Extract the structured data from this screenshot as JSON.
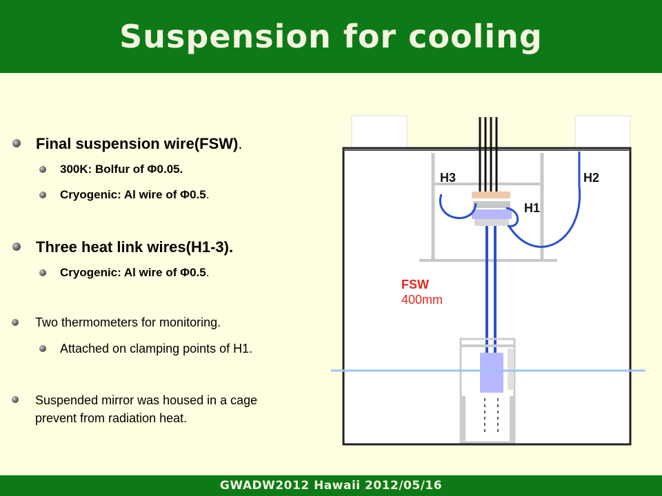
{
  "slide": {
    "title": "Suspension for cooling",
    "footer": "GWADW2012 Hawaii 2012/05/16"
  },
  "bullets": {
    "fsw": {
      "text": "Final suspension wire(FSW)",
      "suffix": ".",
      "items": [
        {
          "text": "300K: Bolfur of Φ0.05."
        },
        {
          "text": "Cryogenic: Al wire of Φ0.5",
          "suffix": "."
        }
      ]
    },
    "heat_link": {
      "text": "Three heat link wires(H1-3).",
      "items": [
        {
          "text": "Cryogenic: Al wire of Φ0.5",
          "suffix": "."
        }
      ]
    },
    "thermometers": {
      "text": "Two thermometers for monitoring.",
      "items": [
        {
          "text": "Attached on clamping points of H1."
        }
      ]
    },
    "cage": {
      "line1": "Suspended mirror was housed in a cage",
      "line2": "prevent from radiation heat."
    }
  },
  "diagram": {
    "labels": {
      "h1": "H1",
      "h2": "H2",
      "h3": "H3",
      "fsw": "FSW",
      "fsw_length": "400mm"
    },
    "colors": {
      "wire": "#2a4fd0",
      "fsw_label": "#e8251e",
      "beam": "#9ec4ee",
      "frame": "#222222"
    }
  }
}
